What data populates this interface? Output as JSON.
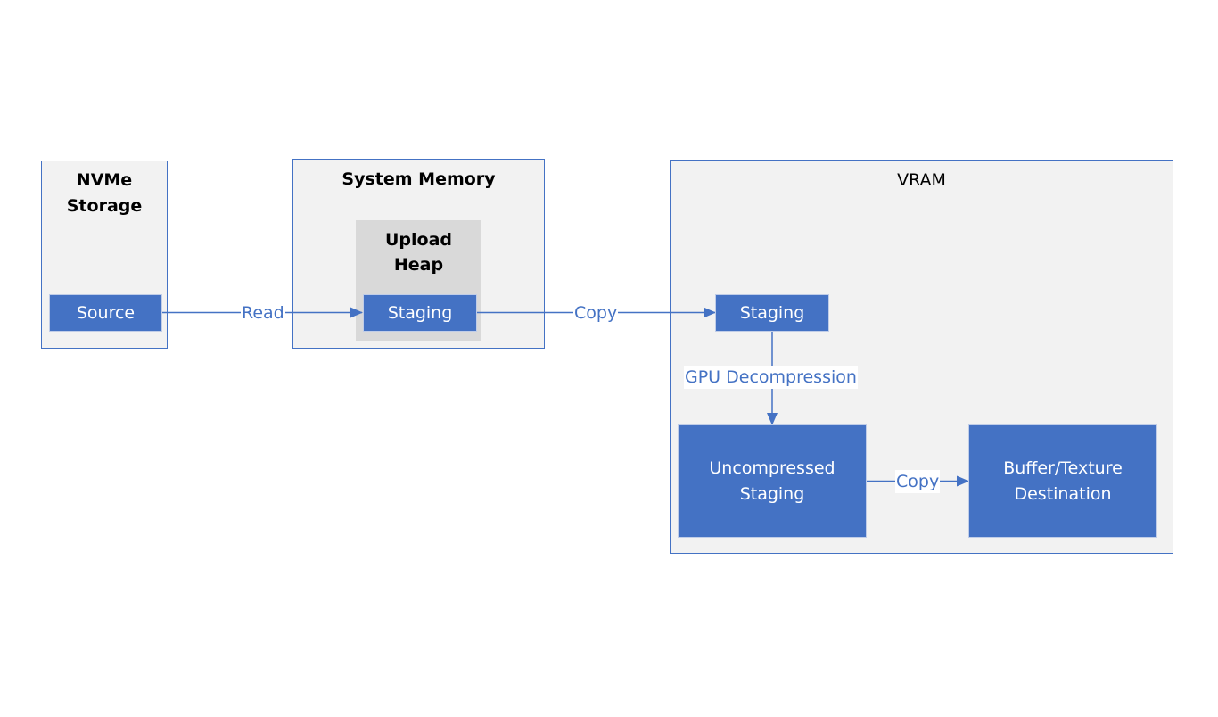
{
  "containers": {
    "nvme": {
      "title": "NVMe Storage"
    },
    "system_memory": {
      "title": "System Memory"
    },
    "upload_heap": {
      "title": "Upload Heap"
    },
    "vram": {
      "title": "VRAM"
    }
  },
  "nodes": {
    "source": "Source",
    "sysmem_staging": "Staging",
    "vram_staging": "Staging",
    "uncompressed_staging": "Uncompressed Staging",
    "destination": "Buffer/Texture Destination"
  },
  "edges": {
    "read": "Read",
    "copy_to_vram": "Copy",
    "gpu_decompression": "GPU Decompression",
    "copy_to_destination": "Copy"
  },
  "colors": {
    "accent": "#4472c4",
    "container_fill": "#f2f2f2",
    "heap_fill": "#d9d9d9"
  }
}
